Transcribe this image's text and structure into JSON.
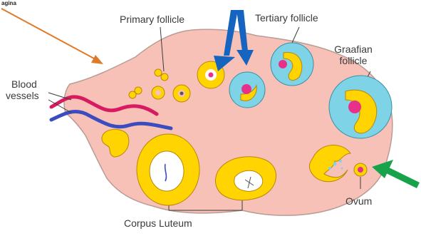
{
  "corner_text": "agina",
  "labels": {
    "primary_follicle": "Primary follicle",
    "tertiary_follicle": "Tertiary follicle",
    "graafian_follicle_line1": "Graafian",
    "graafian_follicle_line2": "follicle",
    "blood_vessels_line1": "Blood",
    "blood_vessels_line2": "vessels",
    "corpus_luteum": "Corpus Luteum",
    "ovum": "Ovum"
  },
  "colors": {
    "ovary_fill": "#f8c1b8",
    "follicle_yellow": "#ffd400",
    "follicle_cyan": "#7ed3e6",
    "nucleus_magenta": "#e8308a",
    "artery_red": "#d81b60",
    "vein_blue": "#3b4cc0",
    "orange_arrow": "#e07a28",
    "blue_arrow": "#1565c0",
    "green_arrow": "#16a34a"
  },
  "icons": [
    "orange-arrow",
    "blue-arrow",
    "green-arrow"
  ]
}
